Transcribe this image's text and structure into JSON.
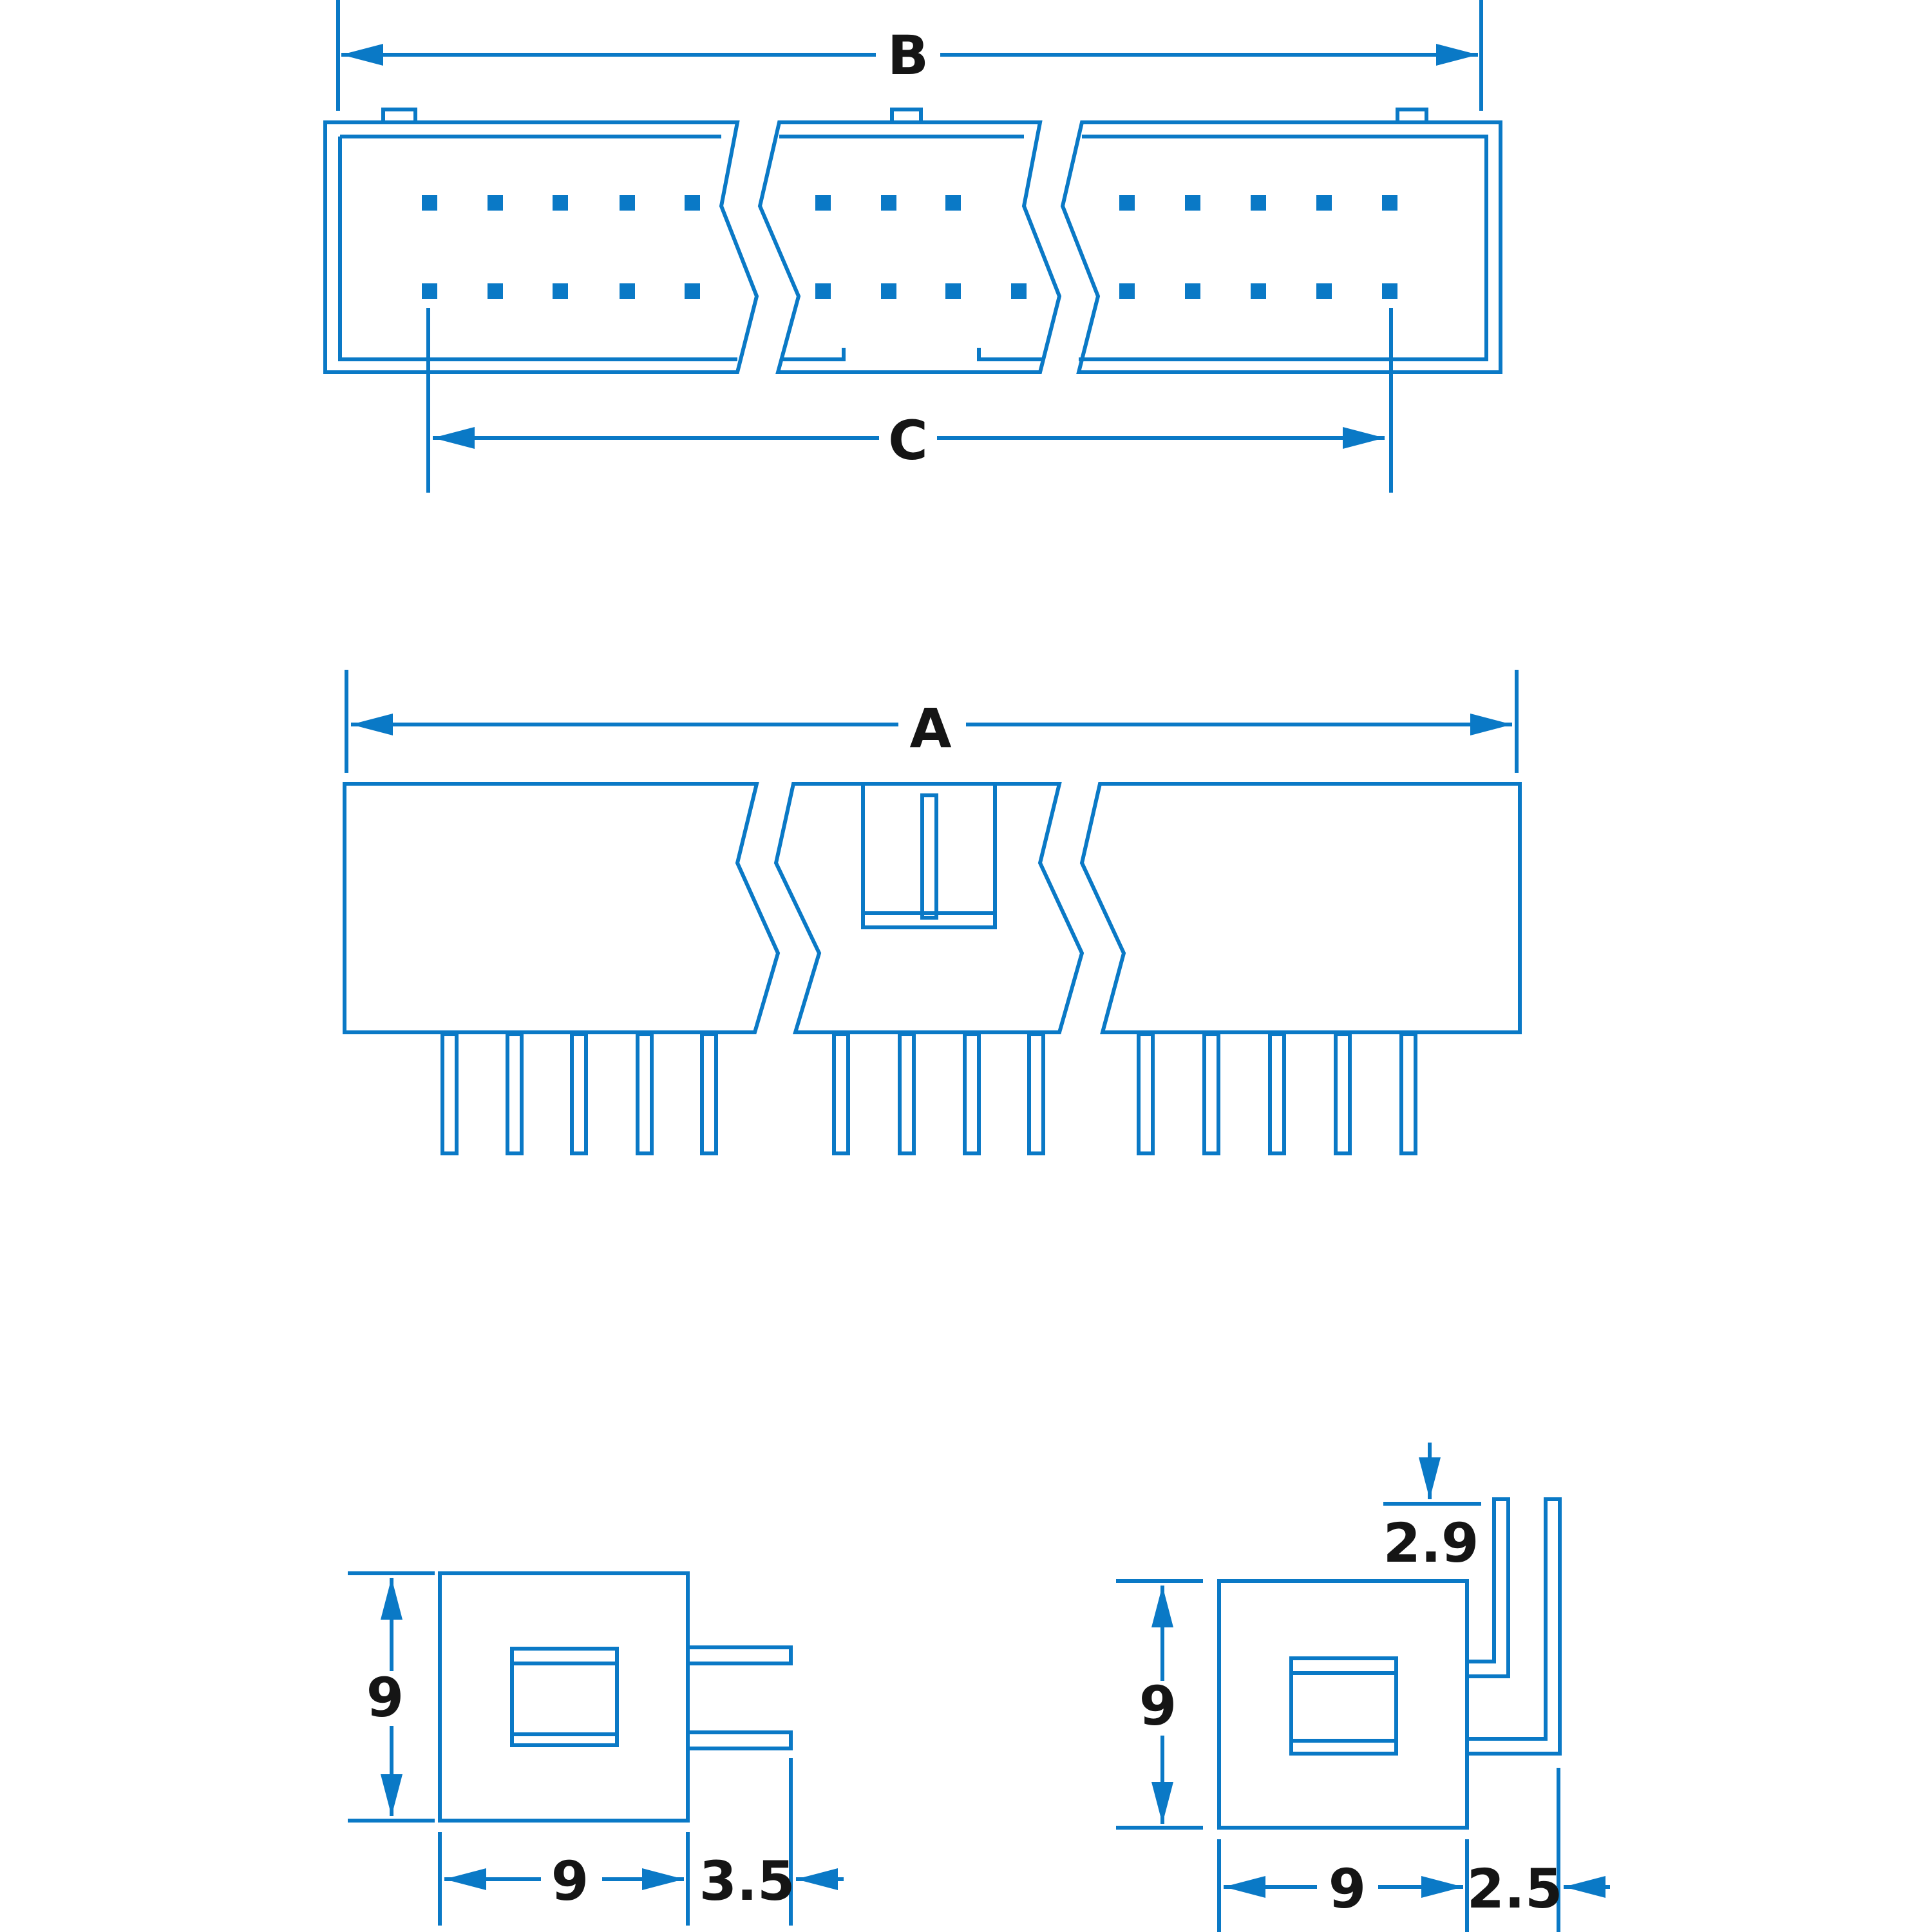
{
  "colors": {
    "line": "#0a79c6",
    "text": "#151515",
    "background": "#ffffff"
  },
  "labels": {
    "b": "B",
    "c": "C",
    "a": "A",
    "left_height": "9",
    "left_width": "9",
    "left_pin": "3.5",
    "right_height": "9",
    "right_width": "9",
    "right_offset": "2.5",
    "right_top": "2.9"
  }
}
